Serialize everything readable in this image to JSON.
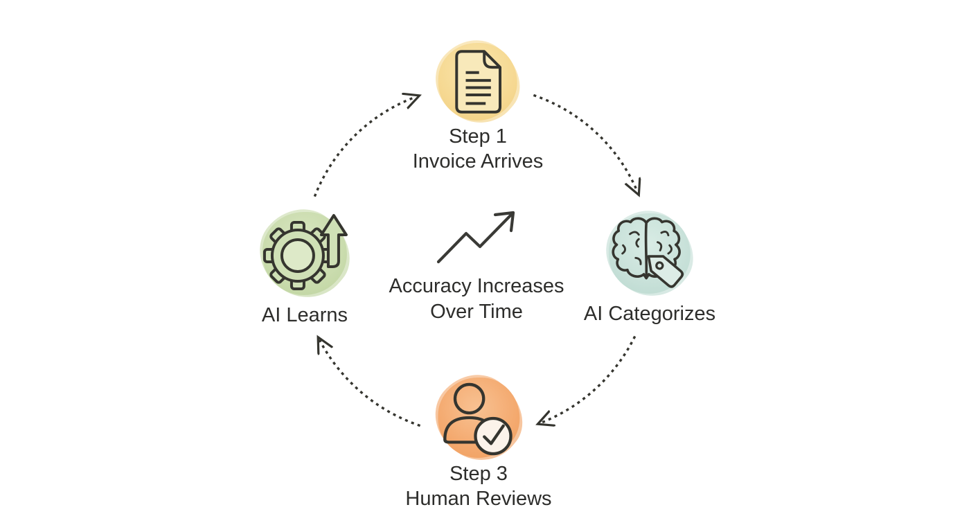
{
  "diagram": {
    "type": "cycle",
    "flow_direction": "clockwise",
    "background_color": "#ffffff",
    "outline_color": "#35352f",
    "text_color": "#2d2d2b",
    "center": {
      "icon": "trend-up-arrow-icon",
      "line1": "Accuracy Increases",
      "line2": "Over Time"
    },
    "nodes": [
      {
        "position": "top",
        "step": "Step 1",
        "label": "Invoice Arrives",
        "icon": "document-icon",
        "circle_color": "#f6d993"
      },
      {
        "position": "right",
        "step": "",
        "label": "AI Categorizes",
        "icon": "brain-tag-icon",
        "circle_color": "#c8e1d9"
      },
      {
        "position": "bottom",
        "step": "Step 3",
        "label": "Human Reviews",
        "icon": "person-check-icon",
        "circle_color": "#f4aa70"
      },
      {
        "position": "left",
        "step": "",
        "label": "AI Learns",
        "icon": "gear-growth-icon",
        "circle_color": "#cadcae"
      }
    ],
    "connections": [
      {
        "from": "Invoice Arrives",
        "to": "AI Categorizes"
      },
      {
        "from": "AI Categorizes",
        "to": "Human Reviews"
      },
      {
        "from": "Human Reviews",
        "to": "AI Learns"
      },
      {
        "from": "AI Learns",
        "to": "Invoice Arrives"
      }
    ]
  }
}
